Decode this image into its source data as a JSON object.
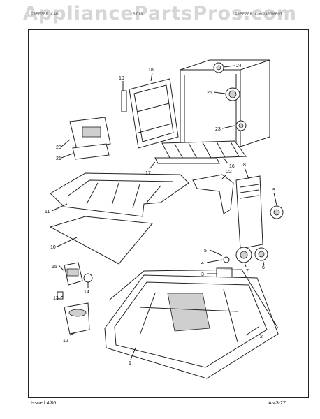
{
  "watermark": "AppliancePartsPros.com",
  "header": {
    "left": "FREEZER CAB.",
    "mid": "BT13",
    "right": "FREEZER COMPARTMENT"
  },
  "footer": {
    "issued": "Issued 4/86",
    "page_code": "A-43-27"
  },
  "callouts": [
    "1",
    "2",
    "3",
    "4",
    "5",
    "6",
    "7",
    "8",
    "9",
    "10",
    "11",
    "12",
    "13",
    "14",
    "15",
    "16",
    "17",
    "18",
    "19",
    "20",
    "21",
    "22",
    "23",
    "24",
    "25"
  ]
}
